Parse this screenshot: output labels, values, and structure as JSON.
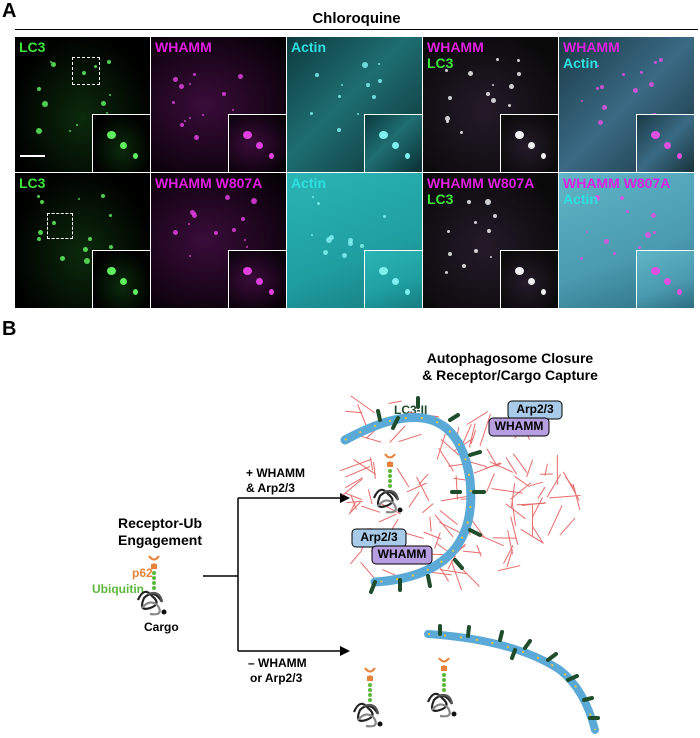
{
  "panel_a": {
    "letter": "A",
    "title": "Chloroquine",
    "row1": [
      {
        "lines": [
          "LC3"
        ],
        "colors": [
          "#3ee63e"
        ],
        "tone": "green"
      },
      {
        "lines": [
          "WHAMM"
        ],
        "colors": [
          "#e020e0"
        ],
        "tone": "magenta"
      },
      {
        "lines": [
          "Actin"
        ],
        "colors": [
          "#2ee0e0"
        ],
        "tone": "cyan"
      },
      {
        "lines": [
          "WHAMM",
          "LC3"
        ],
        "colors": [
          "#e020e0",
          "#3ee63e"
        ],
        "tone": "merge-green"
      },
      {
        "lines": [
          "WHAMM",
          "Actin"
        ],
        "colors": [
          "#e020e0",
          "#2ee0e0"
        ],
        "tone": "merge-cyan"
      }
    ],
    "row2": [
      {
        "lines": [
          "LC3"
        ],
        "colors": [
          "#3ee63e"
        ],
        "tone": "green"
      },
      {
        "lines": [
          "WHAMM W807A"
        ],
        "colors": [
          "#e020e0"
        ],
        "tone": "magenta"
      },
      {
        "lines": [
          "Actin"
        ],
        "colors": [
          "#2ee0e0"
        ],
        "tone": "cyan"
      },
      {
        "lines": [
          "WHAMM W807A",
          "LC3"
        ],
        "colors": [
          "#e020e0",
          "#3ee63e"
        ],
        "tone": "merge-green"
      },
      {
        "lines": [
          "WHAMM W807A",
          "Actin"
        ],
        "colors": [
          "#e020e0",
          "#2ee0e0"
        ],
        "tone": "merge-cyan"
      }
    ]
  },
  "panel_b": {
    "letter": "B",
    "engagement_title_1": "Receptor-Ub",
    "engagement_title_2": "Engagement",
    "p62": "p62",
    "ubiquitin": "Ubiquitin",
    "cargo": "Cargo",
    "closure_title_1": "Autophagosome Closure",
    "closure_title_2": "& Receptor/Cargo Capture",
    "plus_1": "+ WHAMM",
    "plus_2": "& Arp2/3",
    "minus_1": "– WHAMM",
    "minus_2": "or Arp2/3",
    "lc3ii": "LC3-II",
    "arp23": "Arp2/3",
    "whamm": "WHAMM"
  },
  "colors": {
    "membrane": "#5aa9d6",
    "membrane_dots": "#e6c84a",
    "lc3ii_spikes": "#1f4d2b",
    "actin_filaments": "#e86a6a",
    "p62": "#e8813a",
    "ubiquitin": "#5cb83a",
    "arp23_box": "#a9cbea",
    "whamm_box": "#b79ee0"
  }
}
